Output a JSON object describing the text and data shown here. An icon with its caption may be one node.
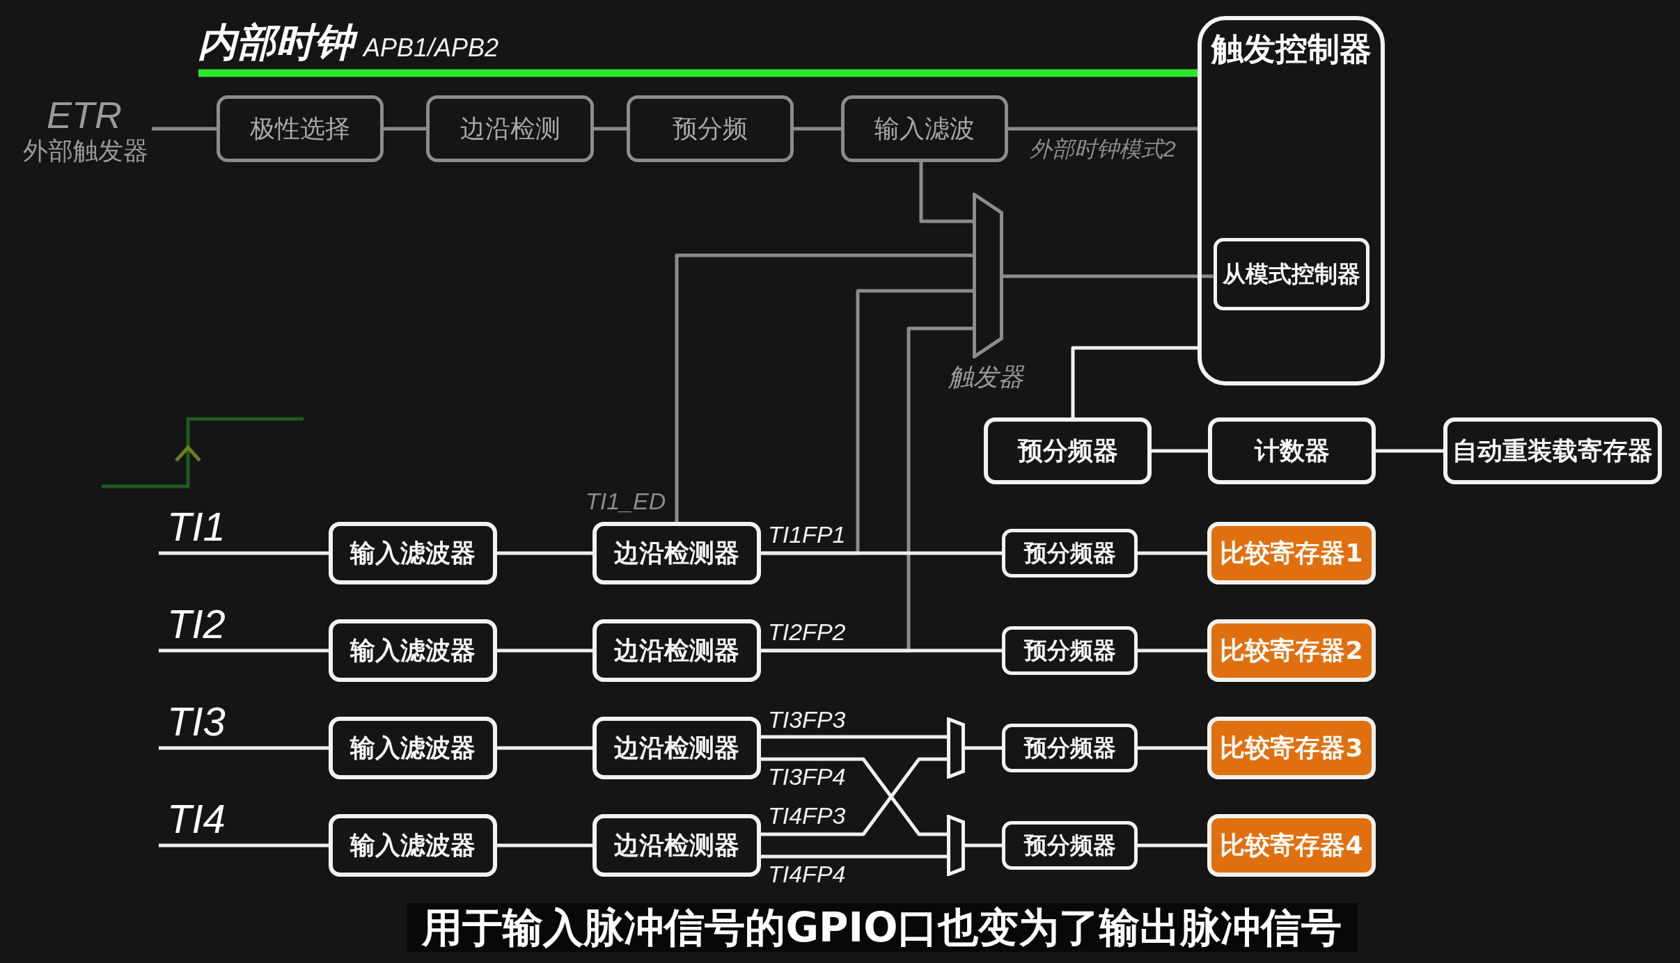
{
  "diagram": {
    "caption": "用于输入脉冲信号的GPIO口也变为了输出脉冲信号",
    "nodes": [
      {
        "text": [
          "内部时钟",
          "APB1/APB2"
        ]
      },
      {
        "text": [
          "触发控制器"
        ]
      },
      {
        "text": [
          "ETR",
          "外部触发器"
        ]
      },
      {
        "text": [
          "极性选择"
        ]
      },
      {
        "text": [
          "边沿检测"
        ]
      },
      {
        "text": [
          "预分频"
        ]
      },
      {
        "text": [
          "输入滤波"
        ]
      },
      {
        "text": [
          "从模式控制器"
        ],
        "in": 1
      },
      {
        "text": [],
        "shape": "trapezoid",
        "beside": [
          "触发器"
        ]
      },
      {
        "text": [
          "预分频器"
        ]
      },
      {
        "text": [
          "计数器"
        ]
      },
      {
        "text": [
          "自动重装载寄存器"
        ]
      },
      {
        "text": [
          "TI1"
        ]
      },
      {
        "text": [
          "输入滤波器"
        ]
      },
      {
        "text": [
          "边沿检测器"
        ]
      },
      {
        "text": [
          "预分频器"
        ]
      },
      {
        "text": [
          "比较寄存器1"
        ]
      },
      {
        "text": [
          "TI2"
        ]
      },
      {
        "text": [
          "输入滤波器"
        ]
      },
      {
        "text": [
          "边沿检测器"
        ]
      },
      {
        "text": [
          "预分频器"
        ]
      },
      {
        "text": [
          "比较寄存器2"
        ]
      },
      {
        "text": [
          "TI3"
        ]
      },
      {
        "text": [
          "输入滤波器"
        ]
      },
      {
        "text": [
          "边沿检测器"
        ]
      },
      {
        "text": [],
        "shape": "trapezoid"
      },
      {
        "text": [
          "预分频器"
        ]
      },
      {
        "text": [
          "比较寄存器3"
        ]
      },
      {
        "text": [
          "TI4"
        ]
      },
      {
        "text": [
          "输入滤波器"
        ]
      },
      {
        "text": [
          "边沿检测器"
        ]
      },
      {
        "text": [],
        "shape": "trapezoid"
      },
      {
        "text": [
          "预分频器"
        ]
      },
      {
        "text": [
          "比较寄存器4"
        ]
      }
    ],
    "edges": [
      {
        "from": 0,
        "to": 1,
        "arrow": "none",
        "style": "thick",
        "color": "#2ee52e"
      },
      {
        "from": 2,
        "to": 3,
        "arrow": "none",
        "color": "#8c8c8c"
      },
      {
        "from": 3,
        "to": 4,
        "arrow": "none",
        "color": "#8c8c8c"
      },
      {
        "from": 4,
        "to": 5,
        "arrow": "none",
        "color": "#8c8c8c"
      },
      {
        "from": 5,
        "to": 6,
        "arrow": "none",
        "color": "#8c8c8c"
      },
      {
        "from": 6,
        "to": 1,
        "arrow": "none",
        "label": "外部时钟模式2",
        "color": "#8c8c8c"
      },
      {
        "from": 6,
        "to": 8,
        "arrow": "none",
        "color": "#8c8c8c"
      },
      {
        "from": 8,
        "to": 7,
        "arrow": "none",
        "color": "#8c8c8c"
      },
      {
        "from": 1,
        "to": 9,
        "arrow": "none"
      },
      {
        "from": 9,
        "to": 10,
        "arrow": "none"
      },
      {
        "from": 10,
        "to": 11,
        "arrow": "none"
      },
      {
        "from": 14,
        "to": 8,
        "arrow": "none",
        "label": "TI1_ED",
        "color": "#8c8c8c"
      },
      {
        "from": 14,
        "to": 8,
        "arrow": "none",
        "color": "#8c8c8c"
      },
      {
        "from": 19,
        "to": 8,
        "arrow": "none",
        "color": "#8c8c8c"
      },
      {
        "from": 12,
        "to": 13,
        "arrow": "none"
      },
      {
        "from": 13,
        "to": 14,
        "arrow": "none"
      },
      {
        "from": 14,
        "to": 15,
        "arrow": "none",
        "label": "TI1FP1"
      },
      {
        "from": 15,
        "to": 16,
        "arrow": "none"
      },
      {
        "from": 17,
        "to": 18,
        "arrow": "none"
      },
      {
        "from": 18,
        "to": 19,
        "arrow": "none"
      },
      {
        "from": 19,
        "to": 20,
        "arrow": "none",
        "label": "TI2FP2"
      },
      {
        "from": 20,
        "to": 21,
        "arrow": "none"
      },
      {
        "from": 22,
        "to": 23,
        "arrow": "none"
      },
      {
        "from": 23,
        "to": 24,
        "arrow": "none"
      },
      {
        "from": 24,
        "to": 25,
        "arrow": "none",
        "label": "TI3FP3"
      },
      {
        "from": 24,
        "to": 31,
        "arrow": "none",
        "label": "TI3FP4"
      },
      {
        "from": 25,
        "to": 26,
        "arrow": "none"
      },
      {
        "from": 26,
        "to": 27,
        "arrow": "none"
      },
      {
        "from": 28,
        "to": 29,
        "arrow": "none"
      },
      {
        "from": 29,
        "to": 30,
        "arrow": "none"
      },
      {
        "from": 30,
        "to": 25,
        "arrow": "none",
        "label": "TI4FP3"
      },
      {
        "from": 30,
        "to": 31,
        "arrow": "none",
        "label": "TI4FP4"
      },
      {
        "from": 31,
        "to": 32,
        "arrow": "none"
      },
      {
        "from": 32,
        "to": 33,
        "arrow": "none"
      }
    ]
  }
}
